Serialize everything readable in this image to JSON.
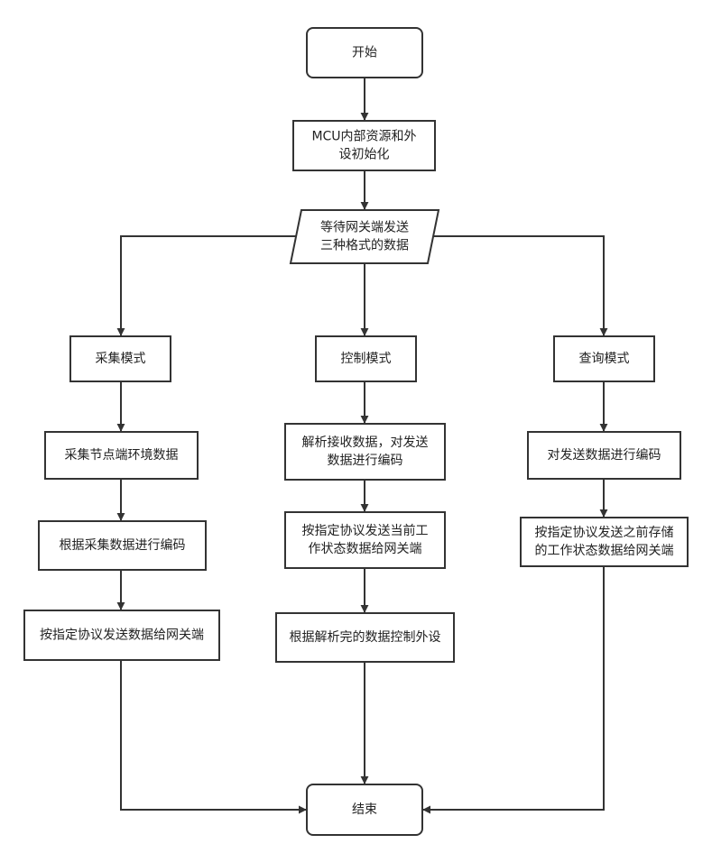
{
  "nodes": {
    "start": {
      "lines": [
        "开始"
      ]
    },
    "init": {
      "lines": [
        "MCU内部资源和外",
        "设初始化"
      ]
    },
    "wait": {
      "lines": [
        "等待网关端发送",
        "三种格式的数据"
      ]
    },
    "collect_mode": {
      "lines": [
        "采集模式"
      ]
    },
    "control_mode": {
      "lines": [
        "控制模式"
      ]
    },
    "query_mode": {
      "lines": [
        "查询模式"
      ]
    },
    "collect_env": {
      "lines": [
        "采集节点端环境数据"
      ]
    },
    "parse_recv": {
      "lines": [
        "解析接收数据，对发送",
        "数据进行编码"
      ]
    },
    "query_encode": {
      "lines": [
        "对发送数据进行编码"
      ]
    },
    "collect_encode": {
      "lines": [
        "根据采集数据进行编码"
      ]
    },
    "control_send": {
      "lines": [
        "按指定协议发送当前工",
        "作状态数据给网关端"
      ]
    },
    "query_send": {
      "lines": [
        "按指定协议发送之前存储",
        "的工作状态数据给网关端"
      ]
    },
    "collect_send": {
      "lines": [
        "按指定协议发送数据给网关端"
      ]
    },
    "control_peripheral": {
      "lines": [
        "根据解析完的数据控制外设"
      ]
    },
    "end": {
      "lines": [
        "结束"
      ]
    }
  },
  "colors": {
    "stroke": "#333333",
    "text": "#222222",
    "fill": "#ffffff"
  }
}
